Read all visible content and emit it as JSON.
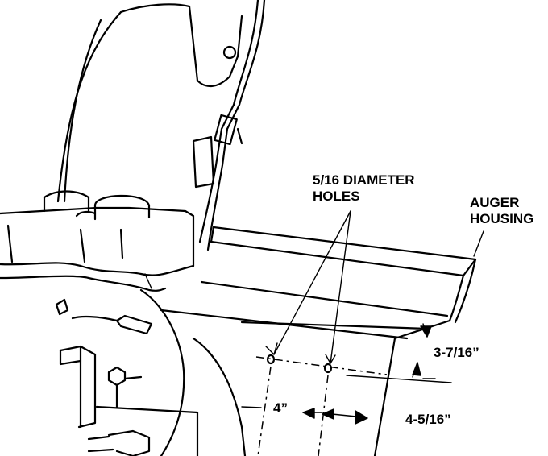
{
  "labels": {
    "holes_line1": "5/16 DIAMETER",
    "holes_line2": "HOLES",
    "housing_line1": "AUGER",
    "housing_line2": "HOUSING",
    "dim_vertical": "3-7/16”",
    "dim_left": "4”",
    "dim_right": "4-5/16”"
  }
}
